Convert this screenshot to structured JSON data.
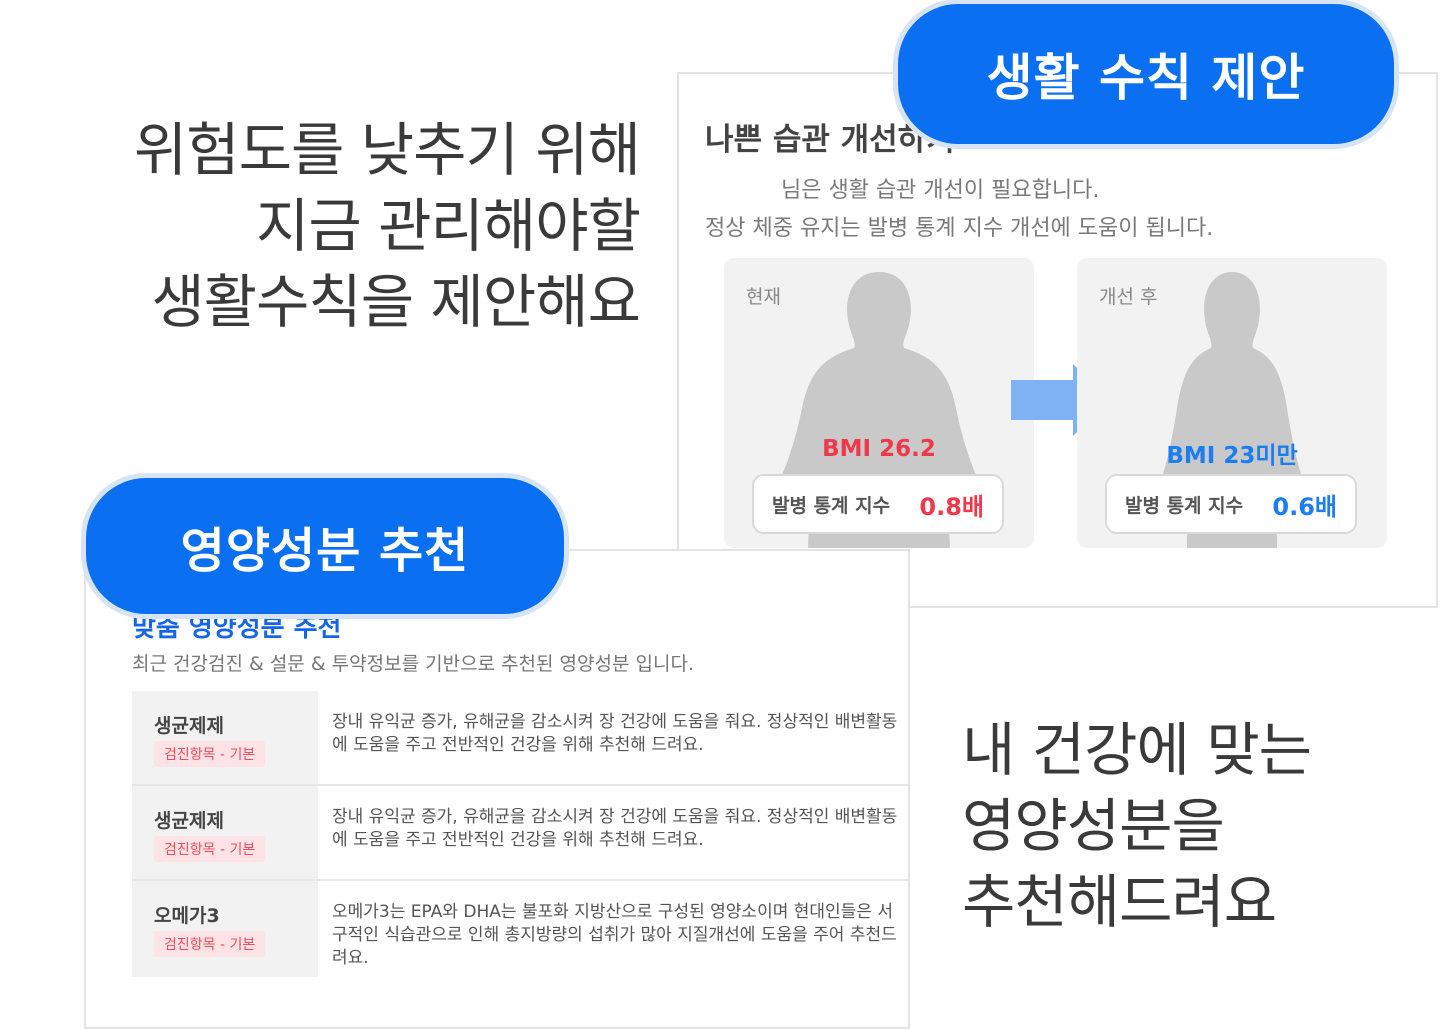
{
  "left_headline": [
    "위험도를 낮추기 위해",
    "지금 관리해야할",
    "생활수칙을 제안해요"
  ],
  "right_headline": [
    "내 건강에 맞는",
    "영양성분을",
    "추천해드려요"
  ],
  "lifestyle": {
    "badge": "생활 수칙 제안",
    "title": "나쁜 습관 개선하기",
    "desc_line1": "님은 생활 습관 개선이 필요합니다.",
    "desc_line2": "정상 체중 유지는 발병 통계 지수 개선에 도움이 됩니다.",
    "before": {
      "label": "현재",
      "bmi": "BMI 26.2",
      "stat_label": "발병 통계 지수",
      "stat_value": "0.8배"
    },
    "after": {
      "label": "개선 후",
      "bmi": "BMI 23미만",
      "stat_label": "발병 통계 지수",
      "stat_value": "0.6배"
    }
  },
  "nutrition": {
    "badge": "영양성분 추천",
    "title": "맞춤 영양성분 추천",
    "desc": "최근 건강검진 & 설문 & 투약정보를 기반으로 추천된 영양성분 입니다.",
    "items": [
      {
        "name": "생균제제",
        "tag": "검진항목 - 기본",
        "text": "장내 유익균 증가, 유해균을 감소시켜 장 건강에 도움을 줘요. 정상적인 배변활동에 도움을 주고 전반적인 건강을 위해 추천해 드려요."
      },
      {
        "name": "생균제제",
        "tag": "검진항목 - 기본",
        "text": "장내 유익균 증가, 유해균을 감소시켜 장 건강에 도움을 줘요. 정상적인 배변활동에 도움을 주고 전반적인 건강을 위해 추천해 드려요."
      },
      {
        "name": "오메가3",
        "tag": "검진항목 - 기본",
        "text": "오메가3는 EPA와 DHA는 불포화 지방산으로 구성된 영양소이며 현대인들은 서구적인 식습관으로 인해 총지방량의 섭취가 많아 지질개선에 도움을 주어 추천드려요."
      }
    ]
  },
  "colors": {
    "accent": "#0b6ff2",
    "red": "#f0384a",
    "blue": "#1a7ef0"
  }
}
